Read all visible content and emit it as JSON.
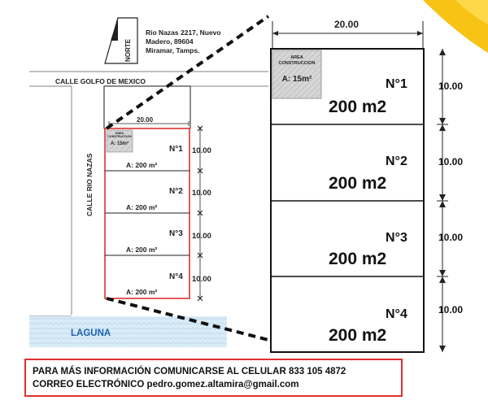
{
  "address": {
    "north": "NORTE",
    "line1": "Rio Nazas 2217, Nuevo",
    "line2": "Madero, 89604",
    "line3": "Miramar, Tamps."
  },
  "streets": {
    "golfo": "CALLE GOLFO DE MEXICO",
    "nazas": "CALLE RIO NAZAS"
  },
  "water": "LAGUNA",
  "plan": {
    "width_label": "20.00",
    "construction_title_1": "AREA",
    "construction_title_2": "CONSTRUCCION",
    "construction_area": "A: 15m²",
    "lots": [
      {
        "id": "N°1",
        "area_label": "A: 200 m²",
        "area_big": "200 m2",
        "depth": "10.00"
      },
      {
        "id": "N°2",
        "area_label": "A: 200 m²",
        "area_big": "200 m2",
        "depth": "10.00"
      },
      {
        "id": "N°3",
        "area_label": "A: 200 m²",
        "area_big": "200 m2",
        "depth": "10.00"
      },
      {
        "id": "N°4",
        "area_label": "A: 200 m²",
        "area_big": "200 m2",
        "depth": "10.00"
      }
    ]
  },
  "footer": {
    "line1": "PARA MÁS INFORMACIÓN COMUNICARSE AL CELULAR 833 105 4872",
    "line2": "CORREO ELECTRÓNICO pedro.gomez.altamira@gmail.com"
  },
  "colors": {
    "accent": "#e03030",
    "water": "#d9ecf7",
    "water_text": "#1a5fb4",
    "corner": "#f7c315"
  }
}
